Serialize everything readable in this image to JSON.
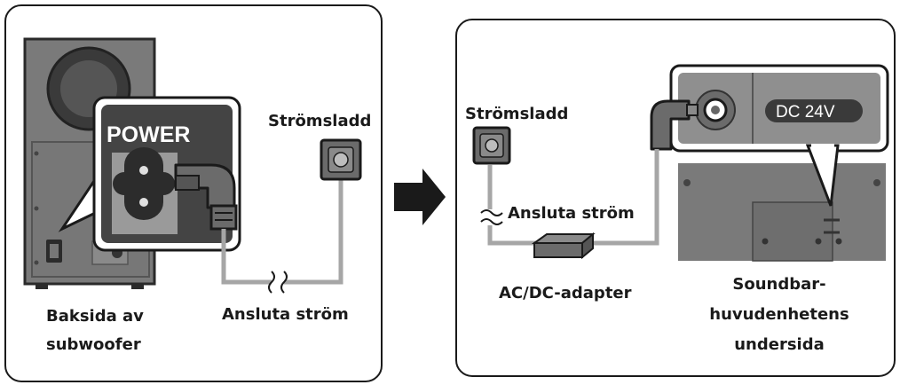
{
  "left_panel": {
    "power_label": "POWER",
    "cord_label": "Strömsladd",
    "connect_label": "Ansluta ström",
    "subwoofer_caption_line1": "Baksida av",
    "subwoofer_caption_line2": "subwoofer"
  },
  "right_panel": {
    "cord_label": "Strömsladd",
    "connect_label": "Ansluta ström",
    "adapter_label": "AC/DC-adapter",
    "dc_label": "DC 24V",
    "soundbar_caption_line1": "Soundbar-",
    "soundbar_caption_line2": "huvudenhetens",
    "soundbar_caption_line3": "undersida"
  },
  "colors": {
    "panel_border": "#1a1a1a",
    "device_dark": "#444444",
    "device_mid": "#6b6b6b",
    "device_light": "#8f8f8f",
    "cable": "#a6a6a6",
    "arrow": "#1a1a1a"
  },
  "icons": [
    "arrow-right-icon",
    "wall-outlet-icon",
    "power-plug-icon",
    "ac-dc-adapter-icon"
  ]
}
